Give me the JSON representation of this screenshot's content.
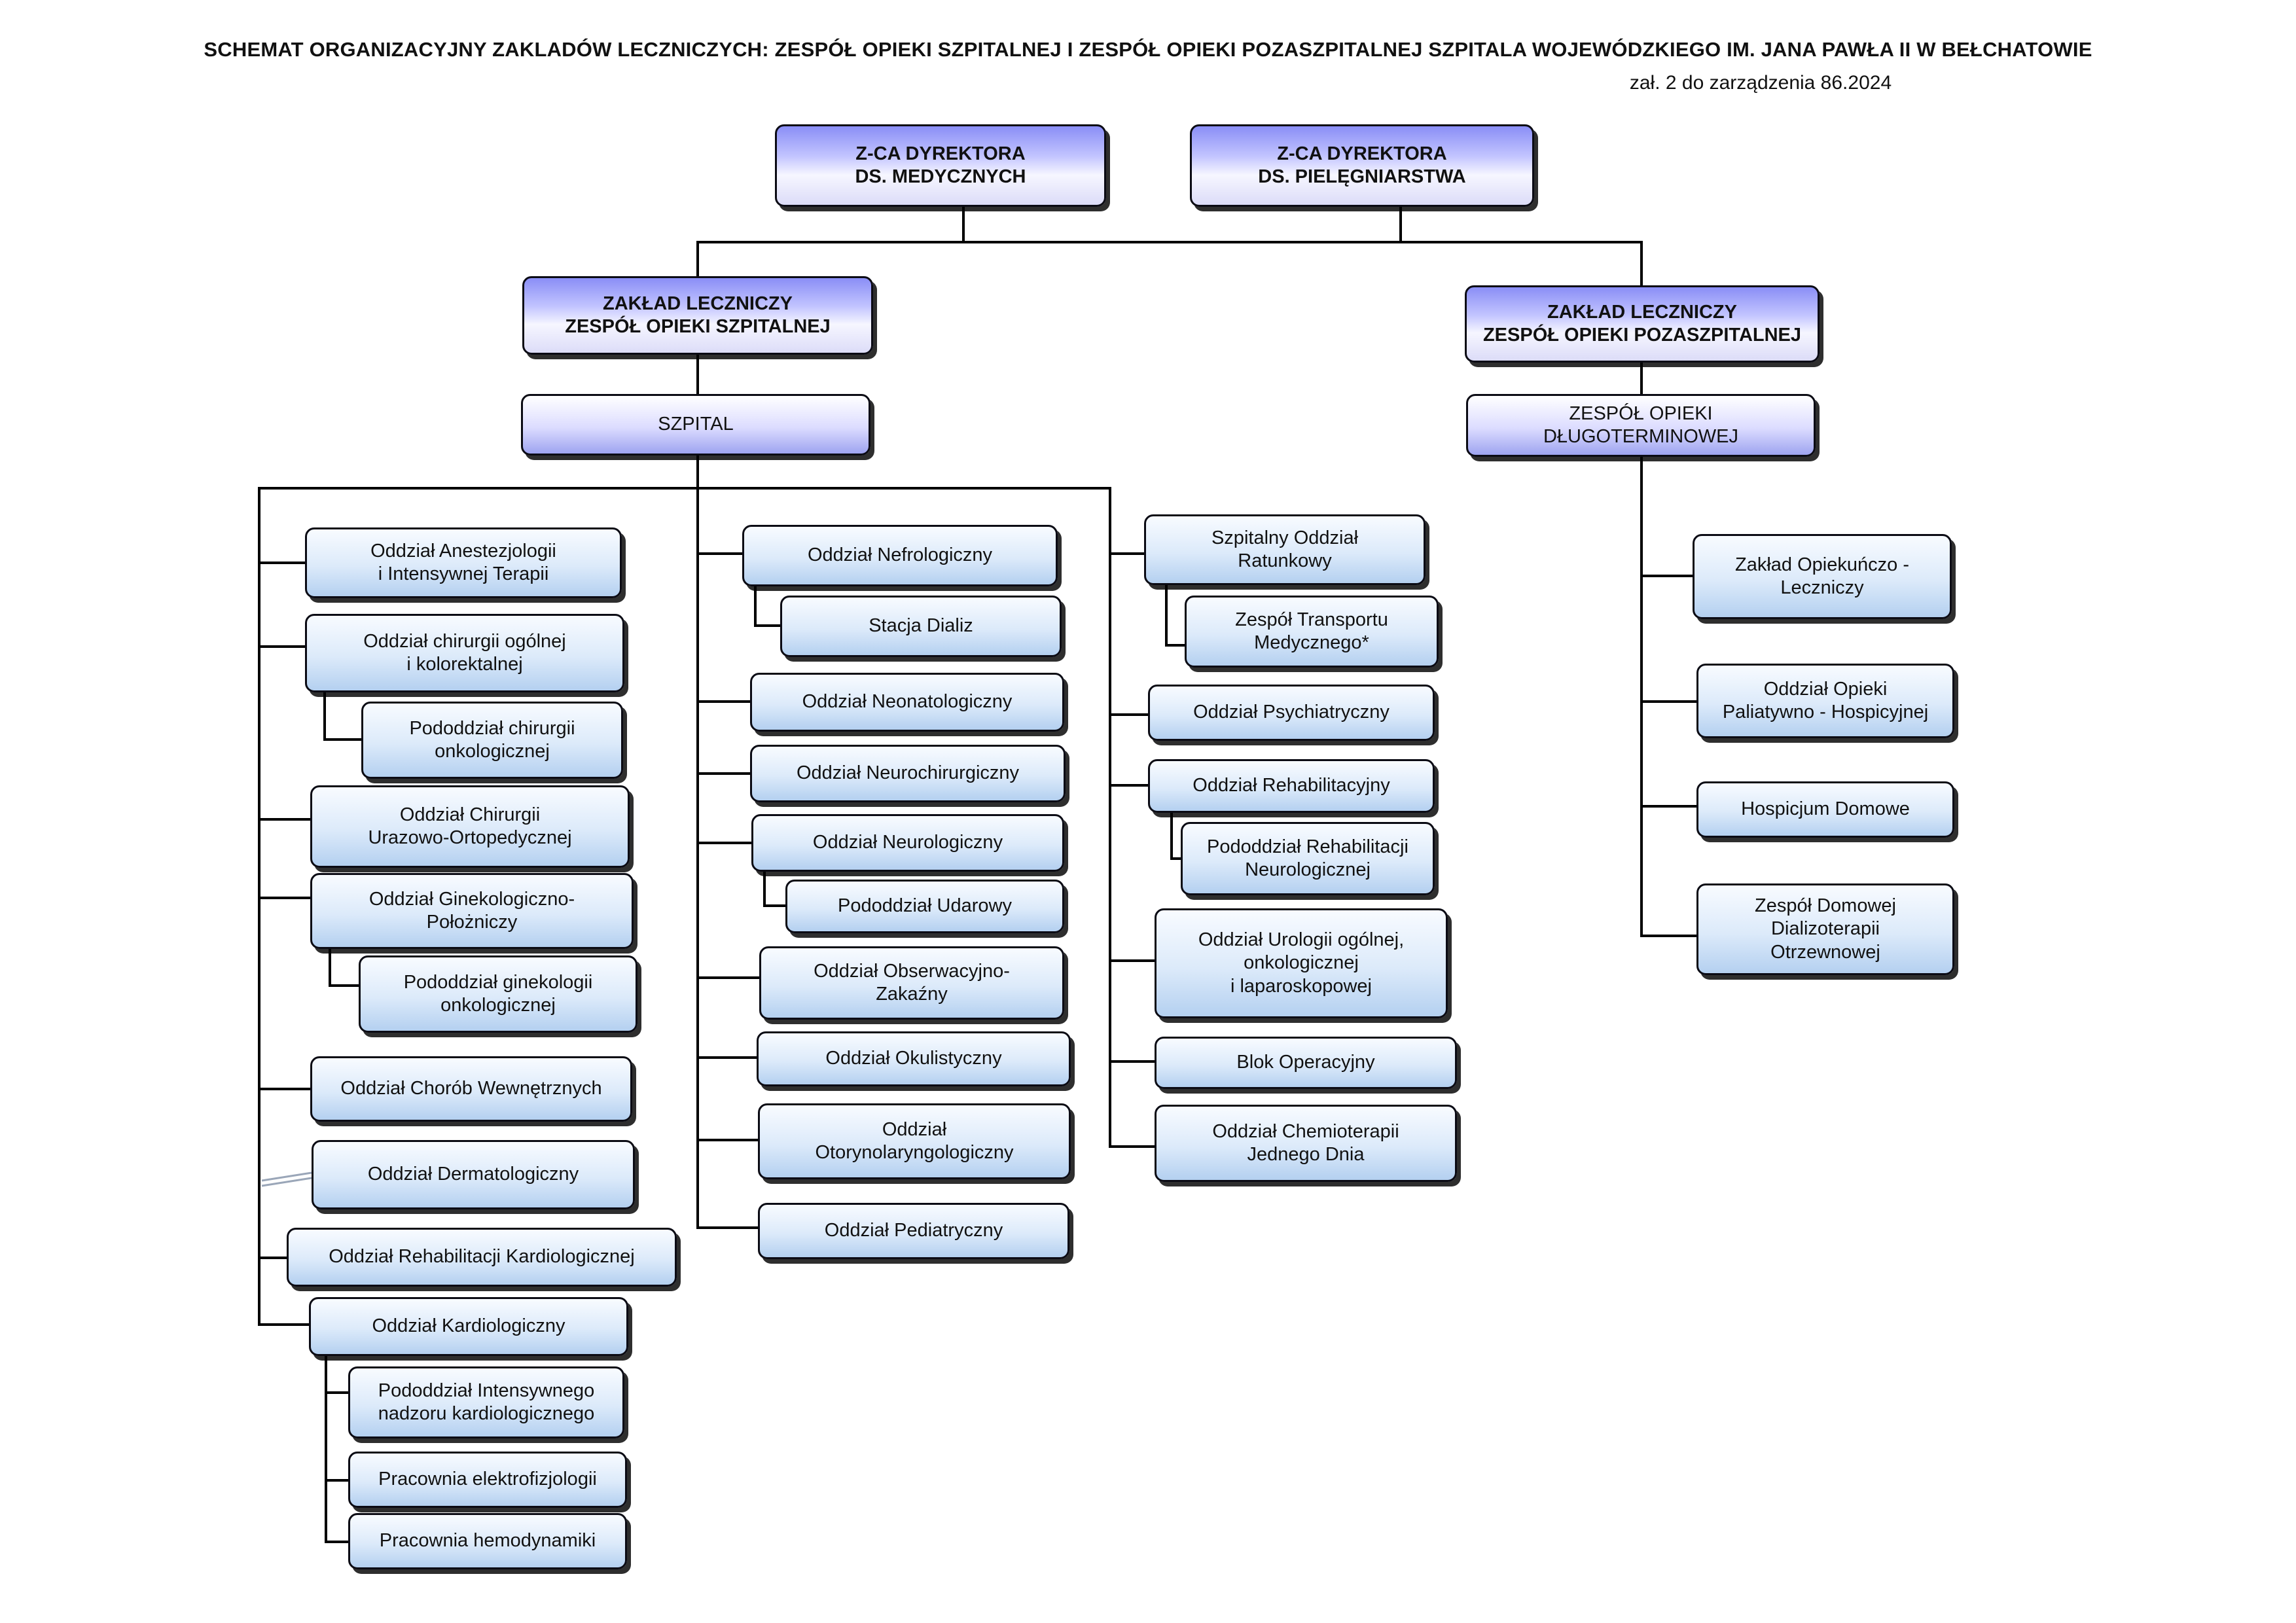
{
  "header": {
    "title": "SCHEMAT ORGANIZACYJNY ZAKLADÓW LECZNICZYCH: ZESPÓŁ OPIEKI SZPITALNEJ I ZESPÓŁ OPIEKI POZASZPITALNEJ SZPITALA WOJEWÓDZKIEGO IM. JANA PAWŁA II W BEŁCHATOWIE",
    "subtitle": "zał. 2 do zarządzenia 86.2024"
  },
  "colors": {
    "blue_top": "#8a8ef6",
    "light_box": "#dceafa",
    "border": "#0b0b14"
  },
  "directors": {
    "medical": "Z-CA DYREKTORA\nDS. MEDYCZNYCH",
    "nursing": "Z-CA DYREKTORA\nDS. PIELĘGNIARSTWA"
  },
  "zaklady": {
    "szpitalny": "ZAKŁAD LECZNICZY\nZESPÓŁ OPIEKI SZPITALNEJ",
    "pozaszpitalny": "ZAKŁAD LECZNICZY\nZESPÓŁ OPIEKI POZASZPITALNEJ"
  },
  "units": {
    "szpital": "SZPITAL",
    "dlugoterminowa": "ZESPÓŁ OPIEKI DŁUGOTERMINOWEJ"
  },
  "column1": {
    "anestezjologia": "Oddział  Anestezjologii\ni Intensywnej Terapii",
    "chirurgia_ogolna": "Oddział chirurgii ogólnej\ni kolorektalnej",
    "chirurgia_onkologiczna": "Pododdział chirurgii\nonkologicznej",
    "urazowo_ortopedyczny": "Oddział Chirurgii\nUrazowo-Ortopedycznej",
    "ginekologiczno_polozniczy": "Oddział Ginekologiczno-\nPołożniczy",
    "ginekologia_onkologiczna": "Pododdział ginekologii\nonkologicznej",
    "choroby_wewnetrzne": "Oddział Chorób Wewnętrznych",
    "dermatologia": "Oddział  Dermatologiczny",
    "rehabilitacja_kardiologiczna": "Oddział Rehabilitacji Kardiologicznej",
    "kardiologia": "Oddział Kardiologiczny",
    "nadzor_kardiologiczny": "Pododdział Intensywnego\nnadzoru kardiologicznego",
    "elektrofizjologia": "Pracownia elektrofizjologii",
    "hemodynamika": "Pracownia hemodynamiki"
  },
  "column2": {
    "nefrologia": "Oddział Nefrologiczny",
    "stacja_dializ": "Stacja Dializ",
    "neonatologia": "Oddział  Neonatologiczny",
    "neurochirurgia": "Oddział  Neurochirurgiczny",
    "neurologia": "Oddział Neurologiczny",
    "udarowy": "Pododdział Udarowy",
    "obserwacyjno_zakazny": "Oddział Obserwacyjno-\nZakaźny",
    "okulistyka": "Oddział  Okulistyczny",
    "otorynolaryngologia": "Oddział\nOtorynolaryngologiczny",
    "pediatria": "Oddział Pediatryczny"
  },
  "column3": {
    "sor": "Szpitalny Oddział\nRatunkowy",
    "transport": "Zespół Transportu\nMedycznego*",
    "psychiatria": "Oddział Psychiatryczny",
    "rehabilitacja": "Oddział Rehabilitacyjny",
    "rehabilitacja_neurologiczna": "Pododdział Rehabilitacji\nNeurologicznej",
    "urologia": "Oddział Urologii ogólnej,\nonkologicznej\ni  laparoskopowej",
    "blok_operacyjny": "Blok Operacyjny",
    "chemioterapia": "Oddział Chemioterapii\nJednego Dnia"
  },
  "column4": {
    "opiekunczo_leczniczy": "Zakład Opiekuńczo -\nLeczniczy",
    "paliatywny": "Oddział  Opieki\nPaliatywno - Hospicyjnej",
    "hospicjum": "Hospicjum Domowe",
    "dializoterapia": "Zespół Domowej\nDializoterapii\nOtrzewnowej"
  }
}
